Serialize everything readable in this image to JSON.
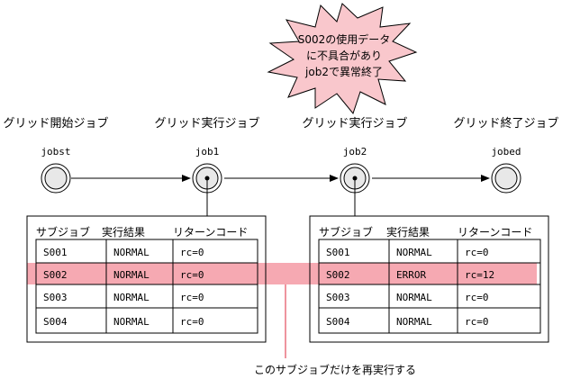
{
  "burst": {
    "lines": [
      "S002の使用データ",
      "に不具合があり",
      "job2で異常終了"
    ],
    "fill": "#f9c7cc"
  },
  "nodes": [
    {
      "role": "グリッド開始ジョブ",
      "name": "jobst",
      "selected": false
    },
    {
      "role": "グリッド実行ジョブ",
      "name": "job1",
      "selected": true
    },
    {
      "role": "グリッド実行ジョブ",
      "name": "job2",
      "selected": true
    },
    {
      "role": "グリッド終了ジョブ",
      "name": "jobed",
      "selected": false
    }
  ],
  "tables": [
    {
      "headers": [
        "サブジョブ",
        "実行結果",
        "リターンコード"
      ],
      "rows": [
        [
          "S001",
          "NORMAL",
          "rc=0"
        ],
        [
          "S002",
          "NORMAL",
          "rc=0"
        ],
        [
          "S003",
          "NORMAL",
          "rc=0"
        ],
        [
          "S004",
          "NORMAL",
          "rc=0"
        ]
      ]
    },
    {
      "headers": [
        "サブジョブ",
        "実行結果",
        "リターンコード"
      ],
      "rows": [
        [
          "S001",
          "NORMAL",
          "rc=0"
        ],
        [
          "S002",
          "ERROR",
          "rc=12"
        ],
        [
          "S003",
          "NORMAL",
          "rc=0"
        ],
        [
          "S004",
          "NORMAL",
          "rc=0"
        ]
      ]
    }
  ],
  "highlight": {
    "row_index": 1,
    "color": "#f6a9b2",
    "line_color": "#e8707e"
  },
  "note": "このサブジョブだけを再実行する"
}
